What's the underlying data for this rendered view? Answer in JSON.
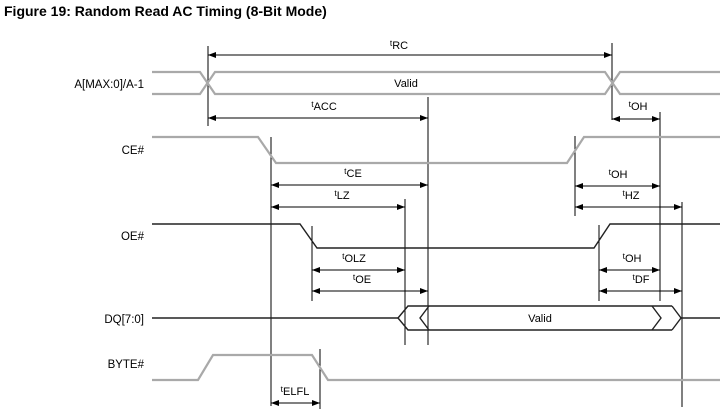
{
  "figure": {
    "title": "Figure 19: Random Read AC Timing (8-Bit Mode)"
  },
  "signals": {
    "address": {
      "label": "A[MAX:0]/A-1",
      "valid": "Valid"
    },
    "ce": {
      "label": "CE#"
    },
    "oe": {
      "label": "OE#"
    },
    "dq": {
      "label": "DQ[7:0]",
      "valid": "Valid"
    },
    "byte": {
      "label": "BYTE#"
    }
  },
  "timings": {
    "trc": {
      "prefix": "t",
      "name": "RC"
    },
    "tacc": {
      "prefix": "t",
      "name": "ACC"
    },
    "toh_address": {
      "prefix": "t",
      "name": "OH"
    },
    "tce": {
      "prefix": "t",
      "name": "CE"
    },
    "toh_ce": {
      "prefix": "t",
      "name": "OH"
    },
    "tlz": {
      "prefix": "t",
      "name": "LZ"
    },
    "thz": {
      "prefix": "t",
      "name": "HZ"
    },
    "tolz": {
      "prefix": "t",
      "name": "OLZ"
    },
    "toh_oe": {
      "prefix": "t",
      "name": "OH"
    },
    "toe": {
      "prefix": "t",
      "name": "OE"
    },
    "tdf": {
      "prefix": "t",
      "name": "DF"
    },
    "telfl": {
      "prefix": "t",
      "name": "ELFL"
    }
  },
  "colors": {
    "signal_gray": "#a9a9a9",
    "signal_black": "#222222",
    "annotation_black": "#000000",
    "background": "#ffffff"
  }
}
